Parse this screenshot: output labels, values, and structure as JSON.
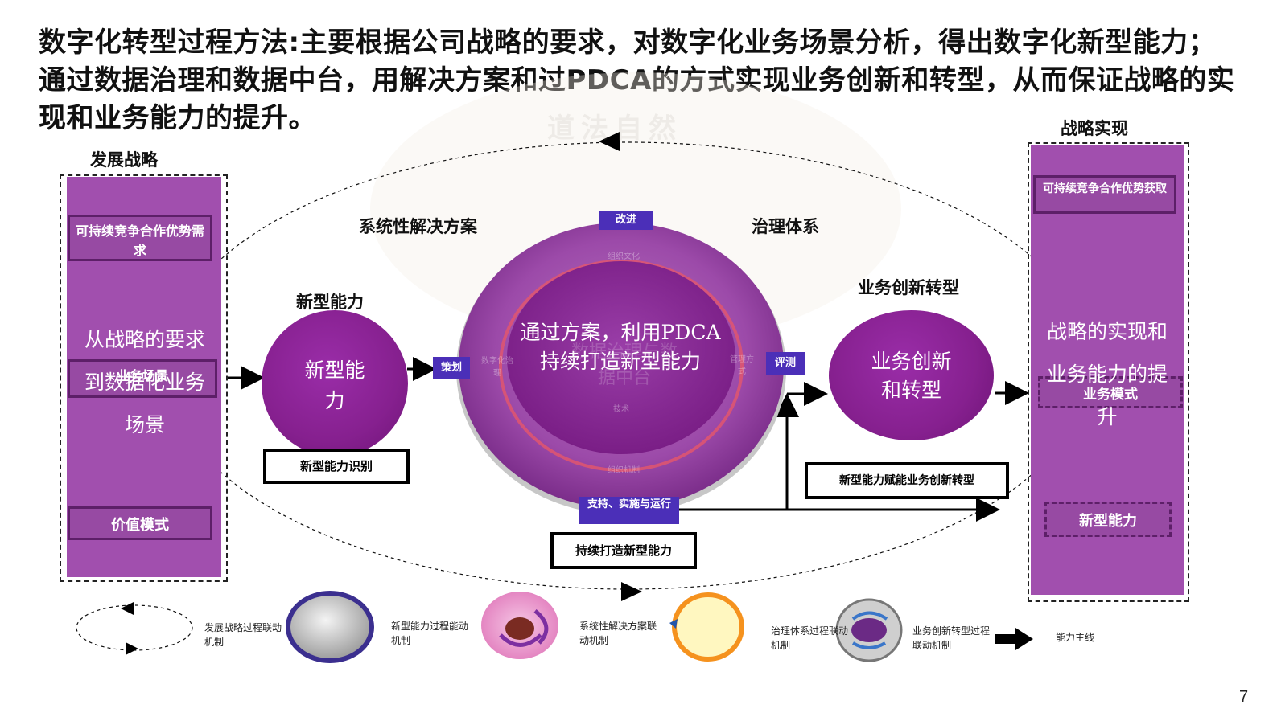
{
  "title": "数字化转型过程方法:主要根据公司战略的要求，对数字化业务场景分析，得出数字化新型能力；通过数据治理和数据中台，用解决方案和过PDCA的方式实现业务创新和转型，从而保证战略的实现和业务能力的提升。",
  "watermark": "道法自然",
  "left": {
    "header": "发展战略",
    "top_box": "可持续竞争合作优势需求",
    "mid_box": "业务场景",
    "bottom_box": "价值模式",
    "big_text": "从战略的要求到数据化业务场景"
  },
  "right": {
    "header": "战略实现",
    "top_box": "可持续竞争合作优势获取",
    "mid_box": "业务模式",
    "bottom_box": "新型能力",
    "big_text": "战略的实现和业务能力的提升"
  },
  "center": {
    "label_solution": "系统性解决方案",
    "label_governance": "治理体系",
    "tag_improve": "改进",
    "tag_plan": "策划",
    "tag_check": "评测",
    "tag_support": "支持、实施与运行",
    "inner_text": "通过方案，利用PDCA持续打造新型能力",
    "faint_center": "数据治理与数据中台",
    "faint_top": "组织文化",
    "faint_left": "数字化治理",
    "faint_right": "管理方式",
    "faint_tech": "技术",
    "faint_bottom": "组织机制",
    "caption": "持续打造新型能力"
  },
  "new_capability": {
    "header": "新型能力",
    "circle": "新型能力",
    "caption": "新型能力识别"
  },
  "innovation": {
    "header": "业务创新转型",
    "circle": "业务创新和转型",
    "caption": "新型能力赋能业务创新转型"
  },
  "legend": [
    {
      "icon": "dashed-cycle-icon",
      "label": "发展战略过程联动机制"
    },
    {
      "icon": "gray-ring-icon",
      "label": "新型能力过程能动机制"
    },
    {
      "icon": "pink-sphere-icon",
      "label": "系统性解决方案联动机制"
    },
    {
      "icon": "orange-ring-icon",
      "label": "治理体系过程联动机制"
    },
    {
      "icon": "purple-swirl-icon",
      "label": "业务创新转型过程联动机制"
    },
    {
      "icon": "black-arrow-icon",
      "label": "能力主线"
    }
  ],
  "page_number": "7",
  "colors": {
    "column": "#a14fae",
    "circle": "#86208f",
    "tag": "#4b2fb8"
  }
}
